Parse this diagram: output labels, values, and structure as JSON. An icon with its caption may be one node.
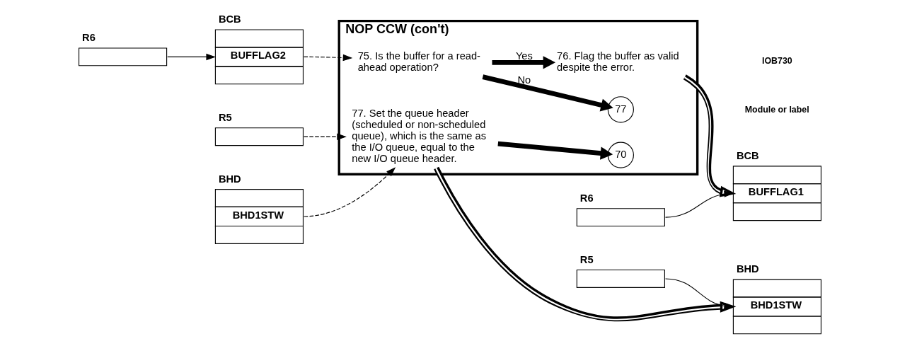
{
  "diagram": {
    "nodes": [
      {
        "text": [
          "R6"
        ]
      },
      {
        "text": [
          "BCB",
          "BUFFLAG2"
        ]
      },
      {
        "text": [
          "R5"
        ]
      },
      {
        "text": [
          "BHD",
          "BHD1STW"
        ]
      },
      {
        "text": [
          "NOP CCW (con't)"
        ]
      },
      {
        "text": [
          "75. Is the buffer for a read-ahead operation?"
        ],
        "in": 4
      },
      {
        "text": [
          "77"
        ],
        "in": 4
      },
      {
        "text": [
          "76. Flag the buffer as valid despite the error."
        ],
        "in": 4
      },
      {
        "text": [
          "77. Set the queue header (scheduled or non-scheduled queue), which is the same as the I/O queue, equal to the new I/O queue header."
        ],
        "in": 4
      },
      {
        "text": [
          "70"
        ],
        "in": 4
      },
      {
        "text": [
          "R6"
        ]
      },
      {
        "text": [
          "BCB",
          "BUFFLAG1"
        ]
      },
      {
        "text": [
          "R5"
        ]
      },
      {
        "text": [
          "BHD",
          "BHD1STW"
        ]
      }
    ],
    "edges": [
      {
        "from": 0,
        "to": 1,
        "arrow": "to"
      },
      {
        "from": 1,
        "to": 5,
        "arrow": "to",
        "style": "dashed"
      },
      {
        "from": 2,
        "to": 8,
        "arrow": "to",
        "style": "dashed"
      },
      {
        "from": 3,
        "to": 8,
        "arrow": "to",
        "style": "dashed"
      },
      {
        "from": 5,
        "to": 7,
        "arrow": "to",
        "style": "thick",
        "label": "Yes"
      },
      {
        "from": 5,
        "to": 6,
        "arrow": "to",
        "style": "thick",
        "label": "No"
      },
      {
        "from": 8,
        "to": 9,
        "arrow": "to",
        "style": "thick"
      },
      {
        "from": 7,
        "to": 11,
        "arrow": "to",
        "style": "thick"
      },
      {
        "from": 8,
        "to": 13,
        "arrow": "to",
        "style": "thick"
      },
      {
        "from": 10,
        "to": 11,
        "arrow": "to"
      },
      {
        "from": 12,
        "to": 13,
        "arrow": "to"
      }
    ],
    "labels": [
      "Module or label",
      "IOB730"
    ]
  }
}
